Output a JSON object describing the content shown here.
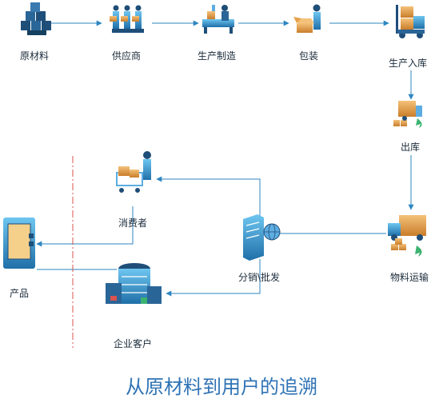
{
  "title": "从原材料到用户的追溯",
  "nodes": {
    "raw_material": "原材料",
    "supplier": "供应商",
    "manufacturing": "生产制造",
    "packaging": "包装",
    "warehousing_in": "生产入库",
    "warehousing_out": "出库",
    "logistics": "物料运输",
    "distribution": "分销\\批发",
    "consumer": "消费者",
    "enterprise_customer": "企业客户",
    "product": "产品"
  },
  "colors": {
    "line": "#2e86c1",
    "divider": "#d9534f",
    "title": "#2f73b5",
    "icon_dark": "#1f4e79",
    "icon_light": "#5dade2",
    "box": "#e8a24a"
  }
}
